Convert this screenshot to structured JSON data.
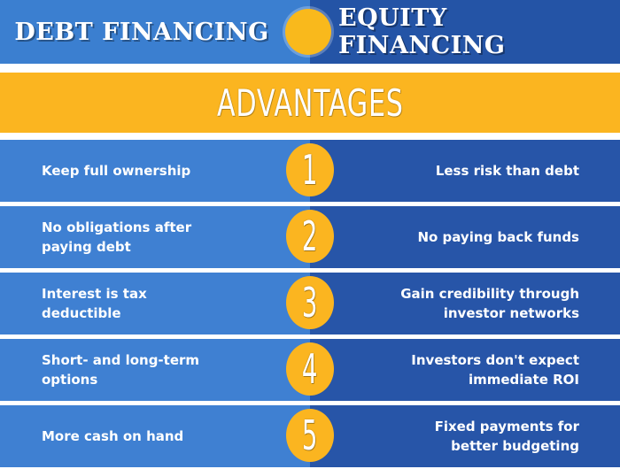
{
  "header": {
    "left_title": "Debt Financing",
    "right_title": "Equity Financing"
  },
  "banner": {
    "title": "ADVANTAGES"
  },
  "rows": [
    {
      "number": "1",
      "debt": "Keep full ownership",
      "equity": "Less risk than debt"
    },
    {
      "number": "2",
      "debt": "No obligations after paying debt",
      "equity": "No paying back funds"
    },
    {
      "number": "3",
      "debt": "Interest is tax deductible",
      "equity": "Gain credibility through investor networks"
    },
    {
      "number": "4",
      "debt": "Short- and long-term options",
      "equity": "Investors don't expect immediate ROI"
    },
    {
      "number": "5",
      "debt": "More cash on hand",
      "equity": "Fixed payments for better budgeting"
    }
  ],
  "colors": {
    "debt_blue": "#3f80d2",
    "equity_blue": "#2755a8",
    "accent_yellow": "#fbb520"
  }
}
